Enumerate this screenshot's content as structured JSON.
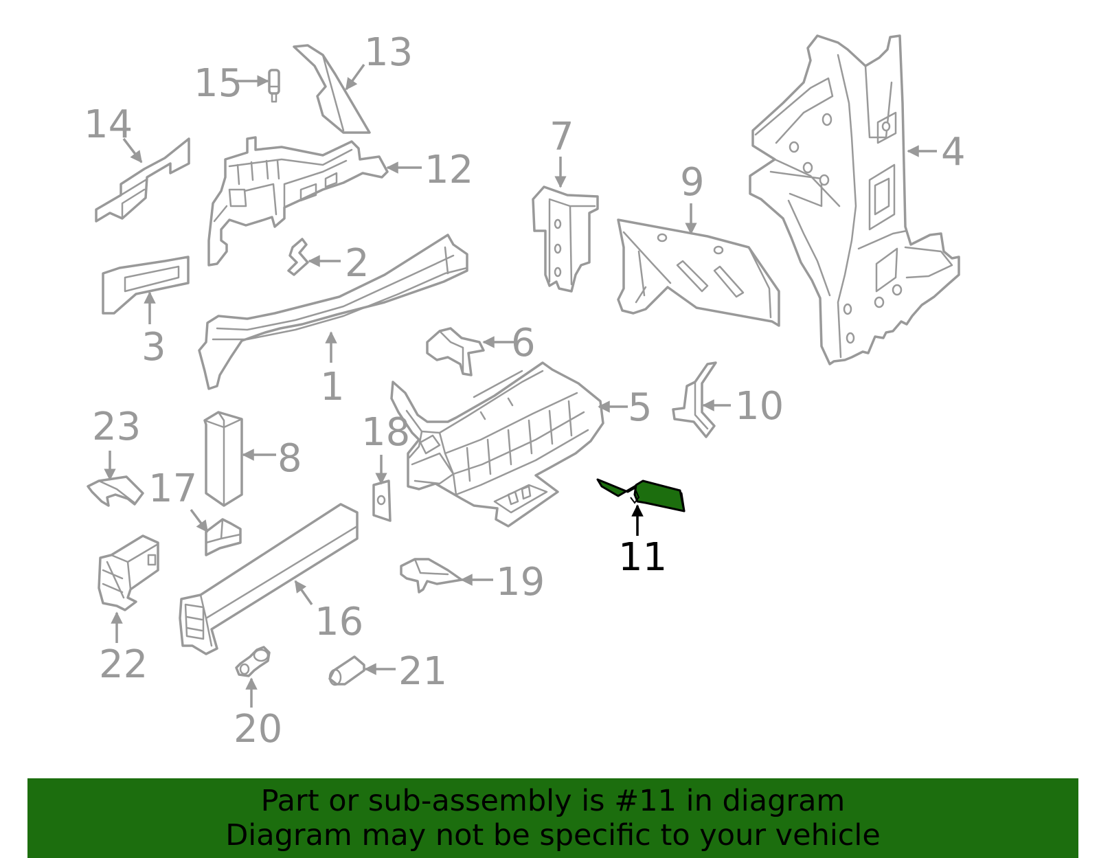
{
  "diagram": {
    "highlighted_part": "11",
    "colors": {
      "highlight": "#1c6e0e",
      "outline": "#999999",
      "highlight_outline": "#000000",
      "background": "#ffffff"
    },
    "callouts": {
      "c1": "1",
      "c2": "2",
      "c3": "3",
      "c4": "4",
      "c5": "5",
      "c6": "6",
      "c7": "7",
      "c8": "8",
      "c9": "9",
      "c10": "10",
      "c11": "11",
      "c12": "12",
      "c13": "13",
      "c14": "14",
      "c15": "15",
      "c16": "16",
      "c17": "17",
      "c18": "18",
      "c19": "19",
      "c20": "20",
      "c21": "21",
      "c22": "22",
      "c23": "23"
    }
  },
  "banner": {
    "line1": "Part or sub-assembly is #11 in diagram",
    "line2": "Diagram may not be specific to your vehicle"
  }
}
